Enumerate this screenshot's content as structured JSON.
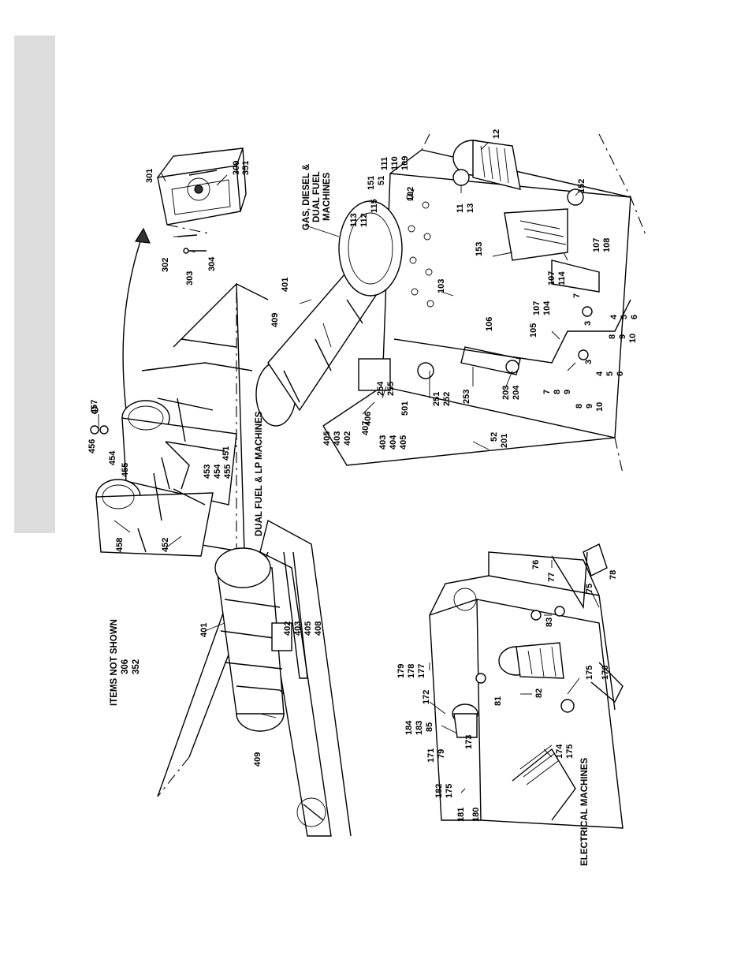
{
  "captions": {
    "items_not_shown": "ITEMS NOT SHOWN",
    "items_not_shown_1": "306",
    "items_not_shown_2": "352",
    "dual_fuel_lp": "DUAL FUEL & LP MACHINES",
    "gas_diesel_1": "GAS, DIESEL &",
    "gas_diesel_2": "DUAL FUEL",
    "gas_diesel_3": "MACHINES",
    "electrical": "ELECTRICAL MACHINES"
  },
  "callouts": {
    "c301": "301",
    "c309": "309",
    "c351": "351",
    "c302": "302",
    "c303": "303",
    "c304": "304",
    "c457": "457",
    "c456": "456",
    "c454": "454",
    "c455a": "455",
    "c458": "458",
    "c452": "452",
    "c451": "451",
    "c453": "453",
    "c454b": "454",
    "c455b": "455",
    "c401a": "401",
    "c402a": "402",
    "c403a": "403",
    "c405a": "405",
    "c408": "408",
    "c409a": "409",
    "c401b": "401",
    "c409b": "409",
    "c405b": "405",
    "c403b": "403",
    "c402b": "402",
    "c406": "406",
    "c407": "407",
    "c403c": "403",
    "c404": "404",
    "c405c": "405",
    "c501": "501",
    "c254": "254",
    "c255": "255",
    "c251": "251",
    "c252": "252",
    "c253": "253",
    "c203": "203",
    "c204": "204",
    "c52": "52",
    "c201": "201",
    "c113": "113",
    "c112": "112",
    "c115": "115",
    "c151": "151",
    "c51": "51",
    "c111": "111",
    "c110": "110",
    "c109": "109",
    "c102": "102",
    "c103": "103",
    "c12": "12",
    "c11": "11",
    "c13": "13",
    "c152": "152",
    "c153": "153",
    "c107a": "107",
    "c108": "108",
    "c107b": "107",
    "c114": "114",
    "c107c": "107",
    "c104": "104",
    "c105": "105",
    "c106": "106",
    "c7a": "7",
    "c3a": "3",
    "c4a": "4",
    "c5a": "5",
    "c6a": "6",
    "c8a": "8",
    "c9a": "9",
    "c10a": "10",
    "c7b": "7",
    "c8b": "8",
    "c9b": "9",
    "c3b": "3",
    "c4b": "4",
    "c5b": "5",
    "c6b": "6",
    "c8c": "8",
    "c9c": "9",
    "c10c": "10",
    "c76": "76",
    "c77": "77",
    "c75": "75",
    "c78": "78",
    "c83": "83",
    "c179": "179",
    "c178": "178",
    "c177": "177",
    "c172": "172",
    "c184": "184",
    "c183": "183",
    "c85": "85",
    "c173": "173",
    "c171": "171",
    "c79": "79",
    "c182": "182",
    "c175a": "175",
    "c181": "181",
    "c180": "180",
    "c174": "174",
    "c175b": "175",
    "c81": "81",
    "c82": "82",
    "c175c": "175",
    "c176": "176"
  }
}
